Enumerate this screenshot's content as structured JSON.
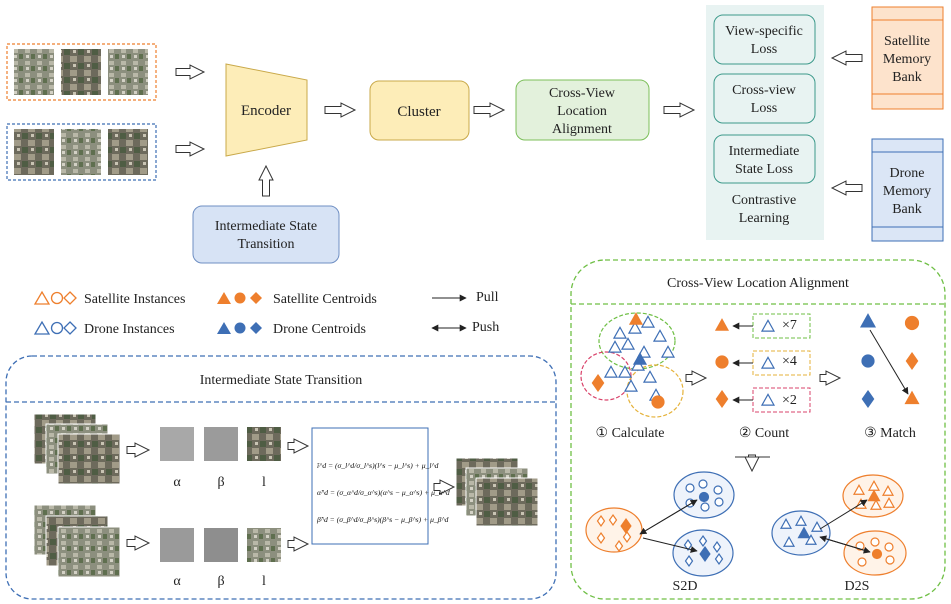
{
  "top": {
    "encoder": "Encoder",
    "cluster": "Cluster",
    "alignment": [
      "Cross-View",
      "Location",
      "Alignment"
    ],
    "ist": [
      "Intermediate State",
      "Transition"
    ],
    "losses": [
      [
        "View-specific",
        "Loss"
      ],
      [
        "Cross-view",
        "Loss"
      ],
      [
        "Intermediate",
        "State Loss"
      ]
    ],
    "contrastive": [
      "Contrastive",
      "Learning"
    ],
    "satellite_bank": [
      "Satellite",
      "Memory",
      "Bank"
    ],
    "drone_bank": [
      "Drone",
      "Memory",
      "Bank"
    ]
  },
  "legend": {
    "sat_instances": "Satellite Instances",
    "sat_centroids": "Satellite Centroids",
    "drone_instances": "Drone Instances",
    "drone_centroids": "Drone Centroids",
    "pull": "Pull",
    "push": "Push"
  },
  "ist_panel": {
    "title": "Intermediate State Transition",
    "labels": [
      "α",
      "β",
      "l"
    ],
    "equations": [
      "î^d = (σ_l^d/σ_l^s)(l^s − μ_l^s) + μ_l^d",
      "α̂^d = (σ_α^d/σ_α^s)(α^s − μ_α^s) + μ_α^d",
      "β̂^d = (σ_β^d/σ_β^s)(β^s − μ_β^s) + μ_β^d"
    ]
  },
  "cvla_panel": {
    "title": "Cross-View Location Alignment",
    "counts": [
      "×7",
      "×4",
      "×2"
    ],
    "steps": [
      "① Calculate",
      "② Count",
      "③ Match"
    ],
    "s2d": "S2D",
    "d2s": "D2S"
  },
  "colors": {
    "orange": "#ee7f2d",
    "blue": "#3e6fb5",
    "green_dash": "#6fbf45",
    "encoder_fill": "#fdedb8",
    "align_fill": "#e3f1dc",
    "ist_fill": "#d7e3f5",
    "loss_fill": "#e8f3f2",
    "sat_bank_fill": "#fde3cc",
    "drone_bank_fill": "#dbe6f6"
  }
}
